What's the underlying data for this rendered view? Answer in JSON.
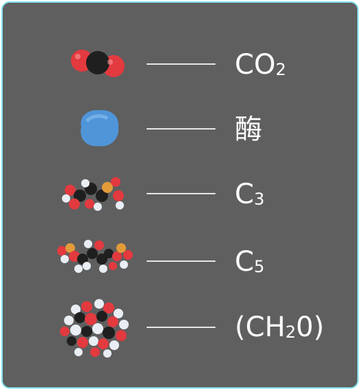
{
  "legend": {
    "items": [
      {
        "id": "co2",
        "label": "CO",
        "sub": "2",
        "icon": "co2-molecule-icon"
      },
      {
        "id": "enzyme",
        "label": "酶",
        "sub": "",
        "icon": "enzyme-blob-icon"
      },
      {
        "id": "c3",
        "label": "C",
        "sub": "3",
        "icon": "c3-molecule-icon"
      },
      {
        "id": "c5",
        "label": "C",
        "sub": "5",
        "icon": "c5-molecule-icon"
      },
      {
        "id": "ch2o",
        "label": "(CH",
        "sub": "2",
        "tail": "0)",
        "icon": "carbohydrate-molecule-icon"
      }
    ]
  },
  "colors": {
    "panel_bg": "#5f5f5f",
    "panel_border": "#7fe3ea",
    "oxygen": "#e23a3f",
    "carbon": "#1f1f1f",
    "hydrogen": "#e9eef4",
    "phosphorus": "#e39b3a",
    "enzyme": "#4f95d8"
  }
}
